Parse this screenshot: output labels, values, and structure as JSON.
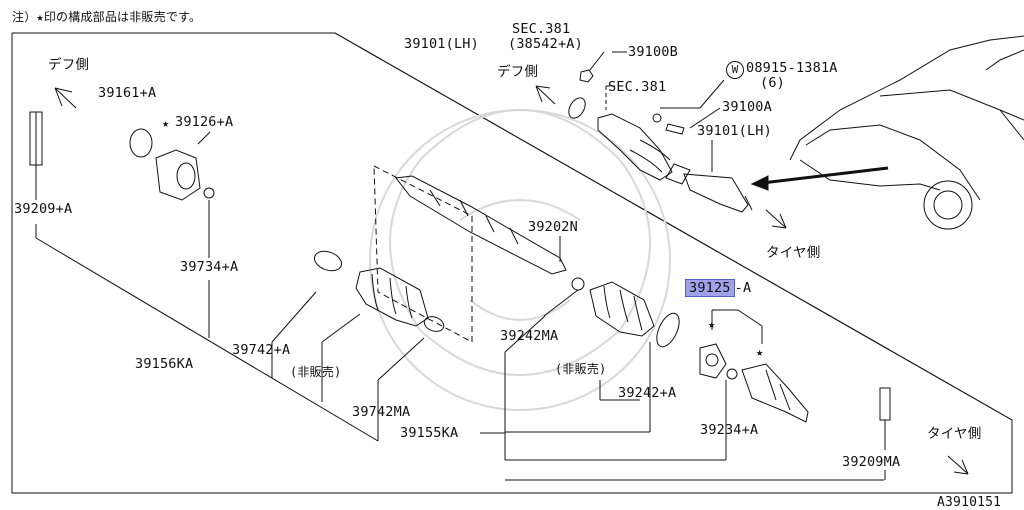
{
  "note": "注）★印の構成部品は非販売です。",
  "figure_code": "A3910151",
  "direction_labels": {
    "diff_side": "デフ側",
    "tire_side": "タイヤ側"
  },
  "labels": {
    "sec381_a": "SEC.381",
    "p38542a": "(38542+A)",
    "p39100b": "39100B",
    "sec381_b": "SEC.381",
    "p39101lh_top": "39101(LH)",
    "w_symbol": "W",
    "p08915": "08915-1381A",
    "qty6": "(6)",
    "p39100a": "39100A",
    "p39101lh": "39101(LH)",
    "p39161a": "39161+A",
    "p39126a": "39126+A",
    "p39209a": "39209+A",
    "p39734a": "39734+A",
    "p39202n": "39202N",
    "p39125a_main": "39125",
    "p39125a_suffix": "-A",
    "p39742a": "39742+A",
    "not_sold_a": "(非販売)",
    "p39156ka": "39156KA",
    "p39742ma": "39742MA",
    "p39242ma": "39242MA",
    "not_sold_b": "(非販売)",
    "p39242a": "39242+A",
    "p39155ka": "39155KA",
    "p39234a": "39234+A",
    "p39209ma": "39209MA"
  },
  "stars": [
    "★",
    "★",
    "★"
  ],
  "highlight_color": "#9fa2e6"
}
